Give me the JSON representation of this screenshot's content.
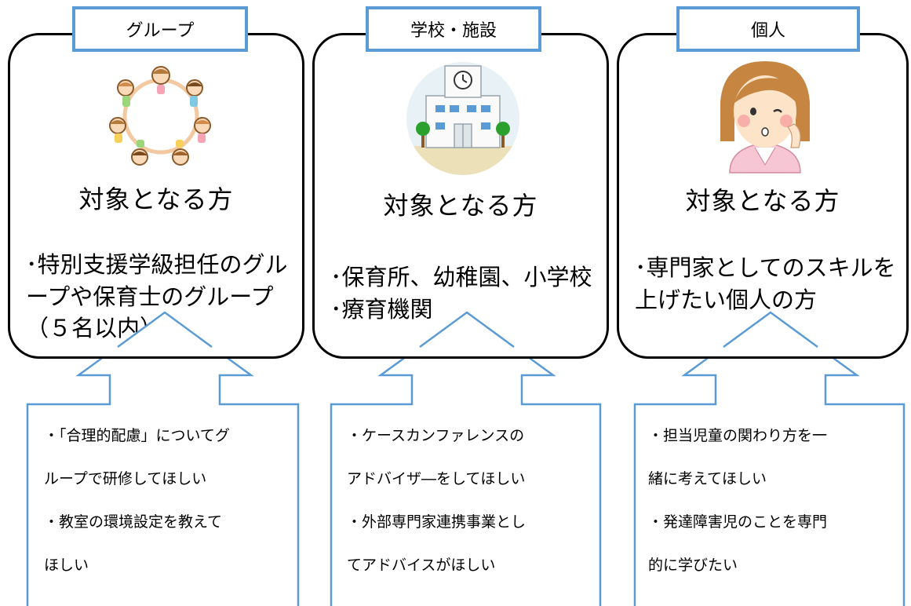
{
  "colors": {
    "accent_blue": "#5b9bd5",
    "border_black": "#000000"
  },
  "columns": [
    {
      "tab_label": "グループ",
      "icon": "people-circle-icon",
      "heading": "対象となる方",
      "targets": [
        "･特別支援学級担任のグル",
        "ープや保育士のグループ",
        "（５名以内）"
      ],
      "needs": [
        "・「合理的配慮」についてグ",
        "ループで研修してほしい",
        "・教室の環境設定を教えて",
        "ほしい"
      ]
    },
    {
      "tab_label": "学校・施設",
      "icon": "school-building-icon",
      "heading": "対象となる方",
      "targets": [
        "･保育所、幼稚園、小学校",
        "･療育機関"
      ],
      "needs": [
        "・ケースカンファレンスの",
        "アドバイザ―をしてほしい",
        "・外部専門家連携事業とし",
        "てアドバイスがほしい"
      ]
    },
    {
      "tab_label": "個人",
      "icon": "thinking-woman-icon",
      "heading": "対象となる方",
      "targets": [
        "･専門家としてのスキルを",
        "上げたい個人の方"
      ],
      "needs": [
        "・担当児童の関わり方を一",
        "緒に考えてほしい",
        "・発達障害児のことを専門",
        "的に学びたい"
      ]
    }
  ]
}
